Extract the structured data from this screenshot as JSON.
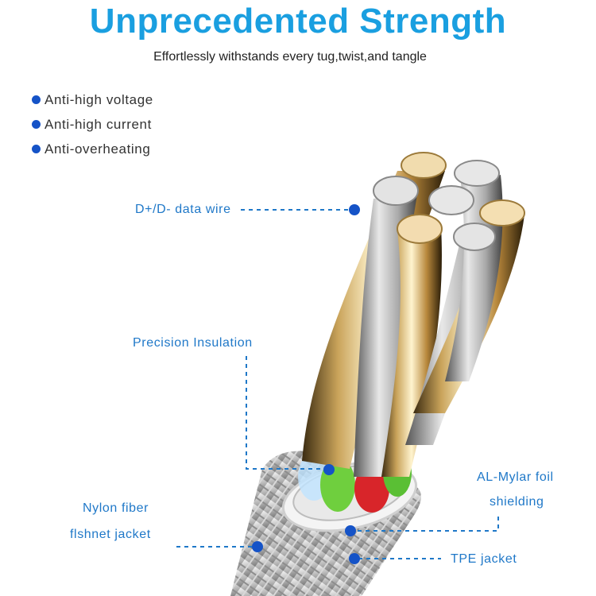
{
  "title": "Unprecedented Strength",
  "subtitle": "Effortlessly withstands every tug,twist,and tangle",
  "features": [
    "Anti-high voltage",
    "Anti-high current",
    "Anti-overheating"
  ],
  "callouts": {
    "data_wire": "D+/D- data wire",
    "precision_insulation": "Precision Insulation",
    "mylar_line1": "AL-Mylar foil",
    "mylar_line2": "shielding",
    "nylon_line1": "Nylon fiber",
    "nylon_line2": "flshnet jacket",
    "tpe_jacket": "TPE jacket"
  },
  "colors": {
    "accent_blue": "#1a9fe0",
    "label_blue": "#1f78c8",
    "dot_blue": "#1553c7",
    "text_dark": "#333333"
  }
}
